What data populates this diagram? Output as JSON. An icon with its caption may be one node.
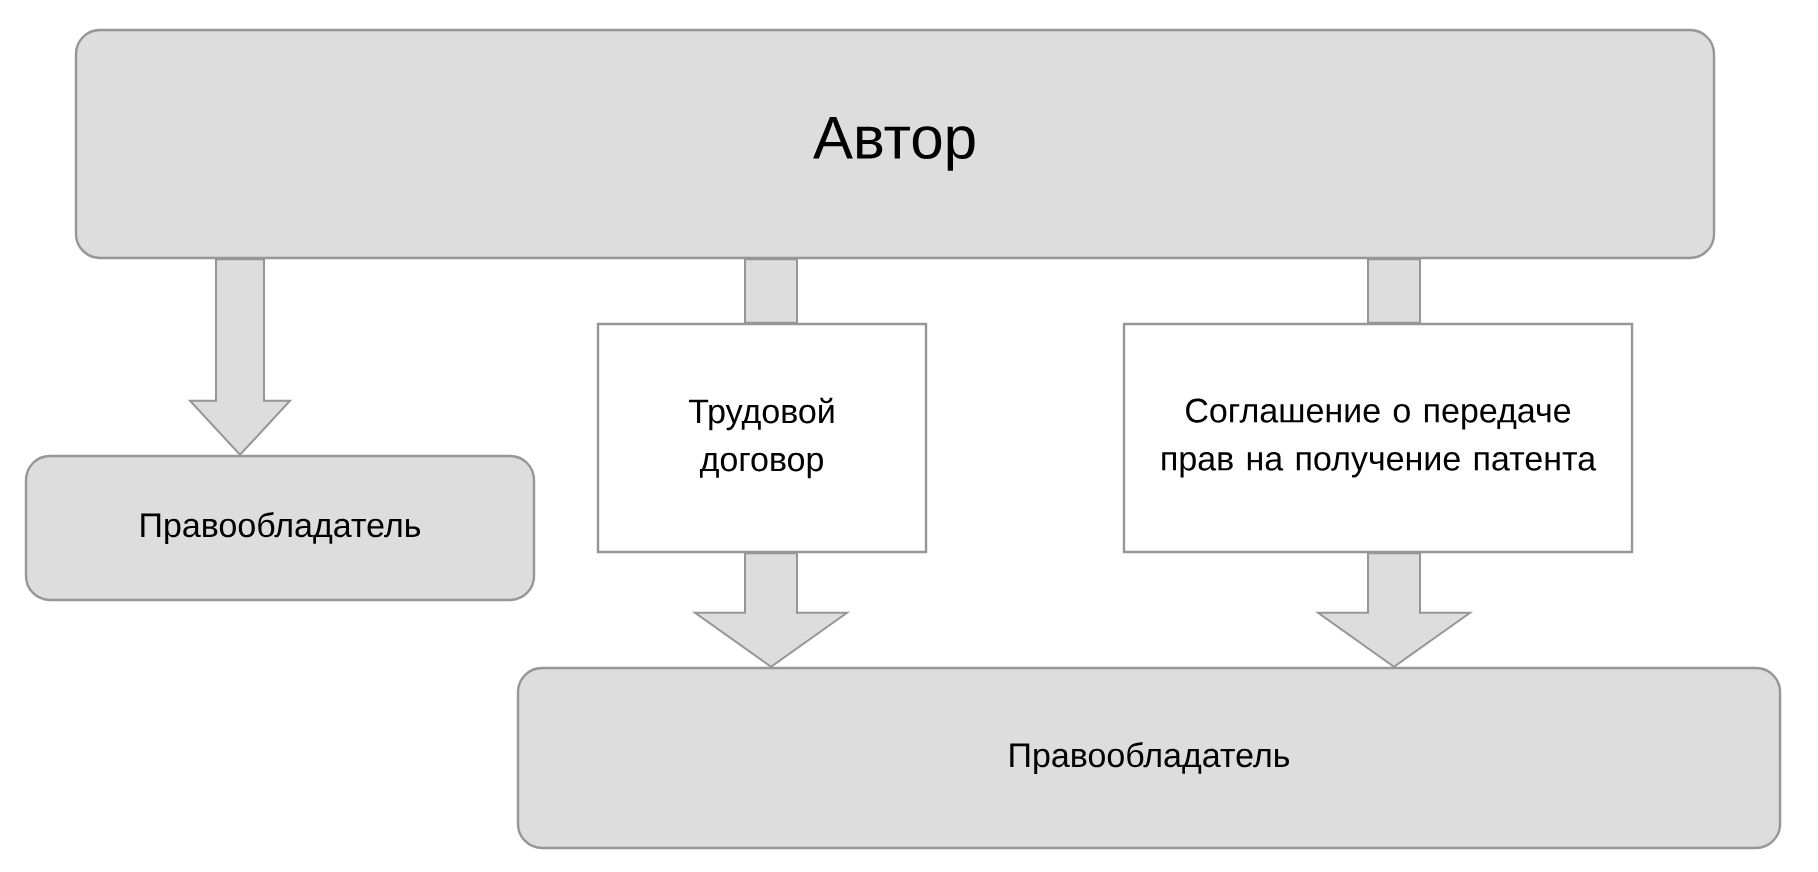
{
  "diagram": {
    "nodes": [
      {
        "text": [
          "Автор"
        ]
      },
      {
        "text": [
          "Правообладатель"
        ]
      },
      {
        "text": [
          "Трудовой договор"
        ]
      },
      {
        "text": [
          "Соглашение о передаче прав на получение патента"
        ]
      },
      {
        "text": [
          "Правообладатель"
        ]
      }
    ],
    "edges": [
      {
        "from": 0,
        "to": 1,
        "arrow": "to"
      },
      {
        "from": 0,
        "to": 2,
        "arrow": "none"
      },
      {
        "from": 2,
        "to": 4,
        "arrow": "to"
      },
      {
        "from": 0,
        "to": 3,
        "arrow": "none"
      },
      {
        "from": 3,
        "to": 4,
        "arrow": "to"
      }
    ]
  }
}
